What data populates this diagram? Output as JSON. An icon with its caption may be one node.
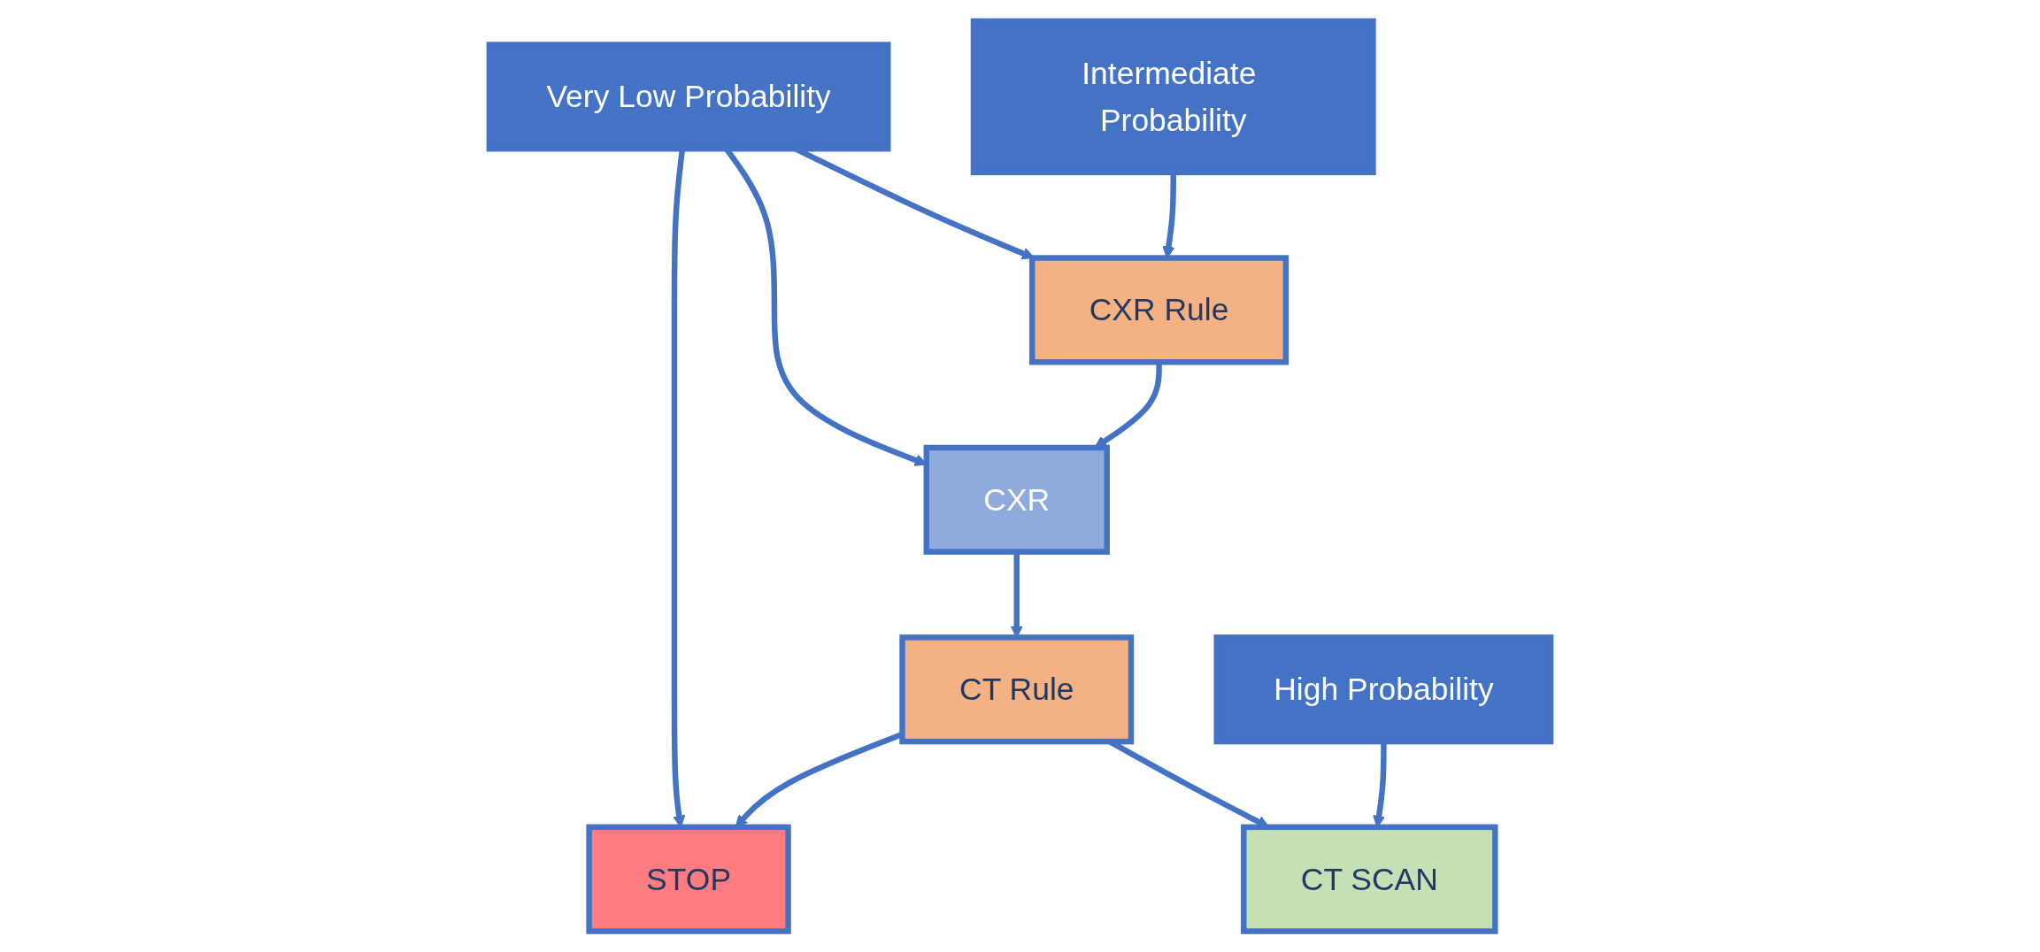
{
  "diagram": {
    "nodes": [
      {
        "text": [
          "Very Low Probability"
        ]
      },
      {
        "text": [
          "Intermediate Probability"
        ]
      },
      {
        "text": [
          "High Probability"
        ]
      },
      {
        "text": [
          "CXR Rule"
        ]
      },
      {
        "text": [
          "CXR"
        ]
      },
      {
        "text": [
          "CT Rule"
        ]
      },
      {
        "text": [
          "STOP"
        ]
      },
      {
        "text": [
          "CT SCAN"
        ]
      }
    ],
    "edges": [
      {
        "from": 0,
        "to": 3,
        "arrow": "to"
      },
      {
        "from": 0,
        "to": 4,
        "arrow": "to"
      },
      {
        "from": 0,
        "to": 6,
        "arrow": "to"
      },
      {
        "from": 1,
        "to": 3,
        "arrow": "to"
      },
      {
        "from": 3,
        "to": 4,
        "arrow": "to"
      },
      {
        "from": 4,
        "to": 5,
        "arrow": "to"
      },
      {
        "from": 5,
        "to": 6,
        "arrow": "to"
      },
      {
        "from": 5,
        "to": 7,
        "arrow": "to"
      },
      {
        "from": 2,
        "to": 7,
        "arrow": "to"
      }
    ]
  }
}
